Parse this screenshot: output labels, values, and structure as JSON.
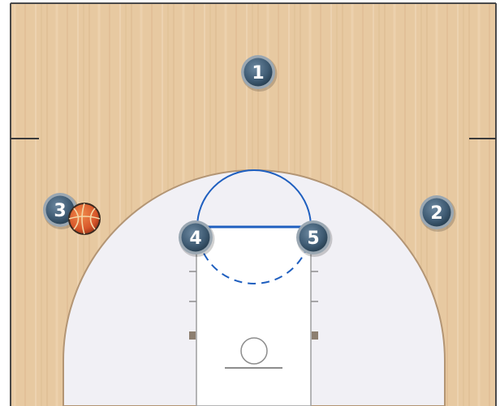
{
  "diagram": {
    "type": "basketball-half-court-play",
    "colors": {
      "floor": "#e7c9a1",
      "floor_grain": "#d7b48a",
      "paint": "#ffffff",
      "three_point_area": "#f1f0f5",
      "court_lines": "#b39574",
      "boundary_line": "#4a4a4a",
      "free_throw_line": "#1f5fbf",
      "player_fill": "#3f5b73",
      "player_ring": "#9aa7b2",
      "player_text": "#ffffff",
      "ball": "#d7562a"
    },
    "players": [
      {
        "number": "1"
      },
      {
        "number": "2"
      },
      {
        "number": "3",
        "has_ball": true
      },
      {
        "number": "4"
      },
      {
        "number": "5"
      }
    ],
    "ball": {
      "icon": "basketball-icon",
      "holder": "3"
    }
  }
}
